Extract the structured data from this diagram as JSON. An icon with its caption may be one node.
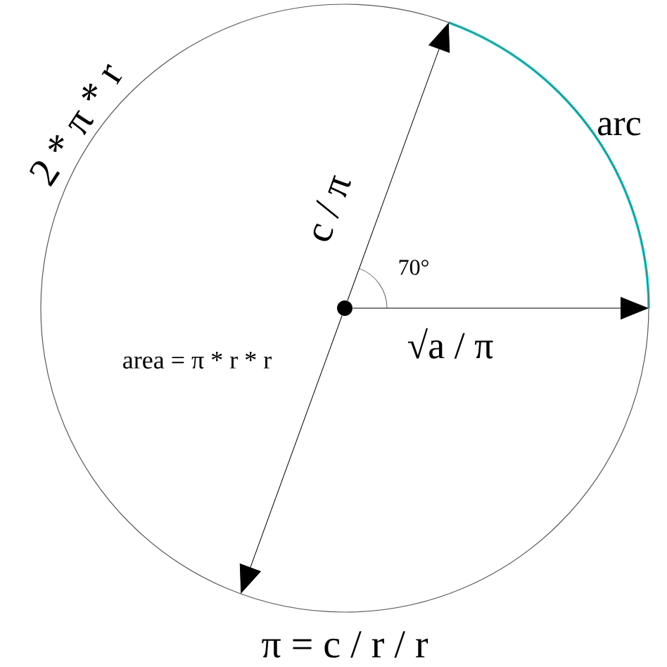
{
  "diagram": {
    "nodes": [
      {
        "text": [],
        "shape": "circle"
      },
      {
        "text": [],
        "shape": "circle",
        "in": 0
      }
    ],
    "edges": [
      {
        "from": 1,
        "to": null,
        "arrow": "to",
        "label": "c / π"
      },
      {
        "from": 1,
        "to": null,
        "arrow": "to",
        "label": "√a / π"
      },
      {
        "from": 1,
        "to": null,
        "arrow": "to"
      }
    ],
    "labels": [
      "2 * π * r",
      "arc",
      "70°",
      "area = π * r * r",
      "π = c / r / r"
    ]
  }
}
